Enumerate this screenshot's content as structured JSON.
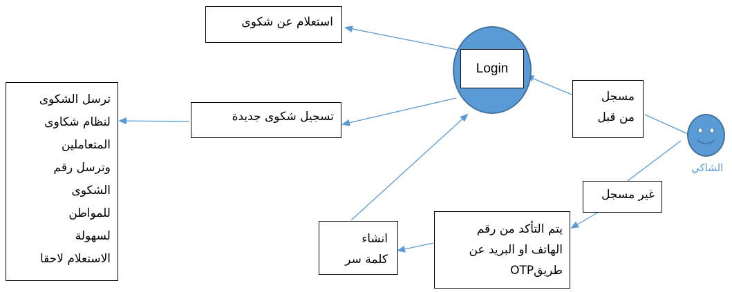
{
  "nodes": {
    "inquiry": {
      "lines": [
        "استعلام عن شكوى"
      ]
    },
    "login": {
      "label": "Login"
    },
    "new_complaint": {
      "lines": [
        "تسجيل شكوى جديدة"
      ]
    },
    "send_complaint": {
      "lines": [
        "ترسل الشكوى",
        "لنظام شكاوى",
        "المتعاملين",
        "وترسل رقم",
        "الشكوى",
        "للمواطن",
        "لسهولة",
        "الاستعلام لاحقا"
      ]
    },
    "registered": {
      "lines": [
        "مسجل",
        "من قبل"
      ]
    },
    "not_registered": {
      "lines": [
        "غير مسجل"
      ]
    },
    "verify": {
      "lines": [
        "يتم التأكد من رقم",
        "الهاتف او البريد عن",
        "طريقOTP"
      ]
    },
    "create_password": {
      "lines": [
        "انشاء",
        "كلمة سر"
      ]
    },
    "actor": {
      "label": "الشاكي"
    }
  },
  "colors": {
    "connector": "#5b9bd5",
    "circle_fill": "#5b9bd5",
    "circle_stroke": "#41719c",
    "actor_label": "#5b9bd5",
    "box_border": "#000000"
  }
}
